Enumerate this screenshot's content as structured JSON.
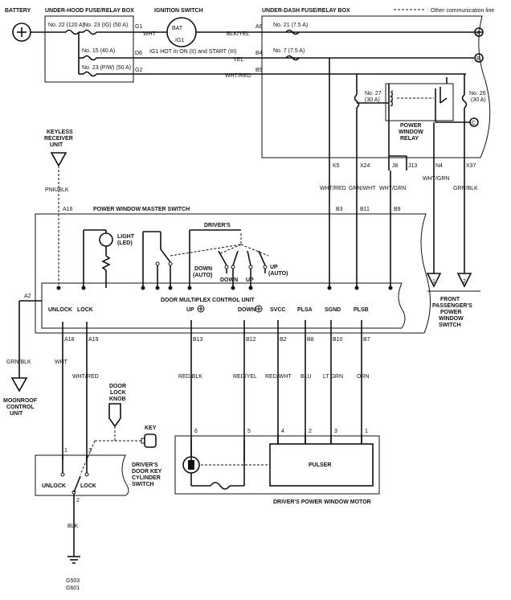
{
  "labels": {
    "battery": "BATTERY",
    "under_hood_box": "UNDER-HOOD FUSE/RELAY BOX",
    "ignition_switch": "IGNITION SWITCH",
    "under_dash_box": "UNDER-DASH FUSE/RELAY BOX",
    "other_comm_line": ": Other communication line",
    "fuse_22": "No. 22 (120 A)",
    "fuse_23_ig": "No. 23 (IG) (50 A)",
    "fuse_15": "No. 15 (40 A)",
    "fuse_23_pw": "No. 23 (P/W) (50 A)",
    "fuse_21": "No. 21 (7.5 A)",
    "fuse_7": "No. 7 (7.5 A)",
    "fuse_27": "No. 27",
    "fuse_27_amp": "(30 A)",
    "fuse_26": "No. 26",
    "fuse_26_amp": "(30 A)",
    "pw_relay_1": "POWER",
    "pw_relay_2": "WINDOW",
    "pw_relay_3": "RELAY",
    "g1": "G1",
    "d6": "D6",
    "g2": "G2",
    "a6": "A6",
    "b4": "B4",
    "b5": "B5",
    "bat": "BAT",
    "ig1": "IG1",
    "ig1_hot": "IG1 HOT in ON (II) and START (III)",
    "wht": "WHT",
    "blk_yel": "BLK/YEL",
    "yel": "YEL",
    "wht_red_top": "WHT/RED",
    "circ_a": "A",
    "circ_b": "B",
    "circ_c": "C",
    "keyless_1": "KEYLESS",
    "keyless_2": "RECEIVER",
    "keyless_3": "UNIT",
    "pnk_blk": "PNK/BLK",
    "pw_master": "POWER WINDOW MASTER SWITCH",
    "a16": "A16",
    "k5": "K5",
    "x24": "X24",
    "j8": "J8",
    "j13": "J13",
    "n4": "N4",
    "x37": "X37",
    "wht_red_k5": "WHT/RED",
    "grn_wht": "GRN/WHT",
    "wht_grn_j8": "WHT/GRN",
    "wht_grn_n4": "WHT/GRN",
    "grn_blk_x37": "GRN/BLK",
    "b3": "B3",
    "b11": "B11",
    "b9": "B9",
    "light_1": "LIGHT",
    "light_2": "(LED)",
    "drivers": "DRIVER'S",
    "down_auto_1": "DOWN",
    "down_auto_2": "(AUTO)",
    "up_auto_1": "UP",
    "up_auto_2": "(AUTO)",
    "down_sw": "DOWN",
    "up_sw": "UP",
    "door_mux": "DOOR MULTIPLEX CONTROL UNIT",
    "a2": "A2",
    "unlock": "UNLOCK",
    "lock": "LOCK",
    "up_plus": "UP",
    "down_plus": "DOWN",
    "svcc": "SVCC",
    "plsa": "PLSA",
    "sgnd": "SGND",
    "plsb": "PLSB",
    "num_1": "1",
    "num_2": "2",
    "front_pass_1": "FRONT",
    "front_pass_2": "PASSENGER'S",
    "front_pass_3": "POWER",
    "front_pass_4": "WINDOW",
    "front_pass_5": "SWITCH",
    "a18": "A18",
    "a19": "A19",
    "b13": "B13",
    "b12": "B12",
    "b2": "B2",
    "b8": "B8",
    "b10": "B10",
    "b7": "B7",
    "grn_blk_a2": "GRN/BLK",
    "wht_a18": "WHT",
    "wht_red_a19": "WHT/RED",
    "red_blk": "RED/BLK",
    "red_yel": "RED/YEL",
    "red_wht": "RED/WHT",
    "blu": "BLU",
    "lt_grn": "LT GRN",
    "orn": "ORN",
    "moonroof_1": "MOONROOF",
    "moonroof_2": "CONTROL",
    "moonroof_3": "UNIT",
    "door_lock_knob_1": "DOOR",
    "door_lock_knob_2": "LOCK",
    "door_lock_knob_3": "KNOB",
    "key": "KEY",
    "m6": "6",
    "m5": "5",
    "m4": "4",
    "m2": "2",
    "m3": "3",
    "m1": "1",
    "pulser": "PULSER",
    "cyl_1": "1",
    "cyl_3": "3",
    "cyl_2": "2",
    "cyl_unlock": "UNLOCK",
    "cyl_lock": "LOCK",
    "cyl_name_1": "DRIVER'S",
    "cyl_name_2": "DOOR KEY",
    "cyl_name_3": "CYLINDER",
    "cyl_name_4": "SWITCH",
    "pw_motor": "DRIVER'S POWER WINDOW MOTOR",
    "blk": "BLK",
    "g503": "G503",
    "g601": "G601"
  }
}
